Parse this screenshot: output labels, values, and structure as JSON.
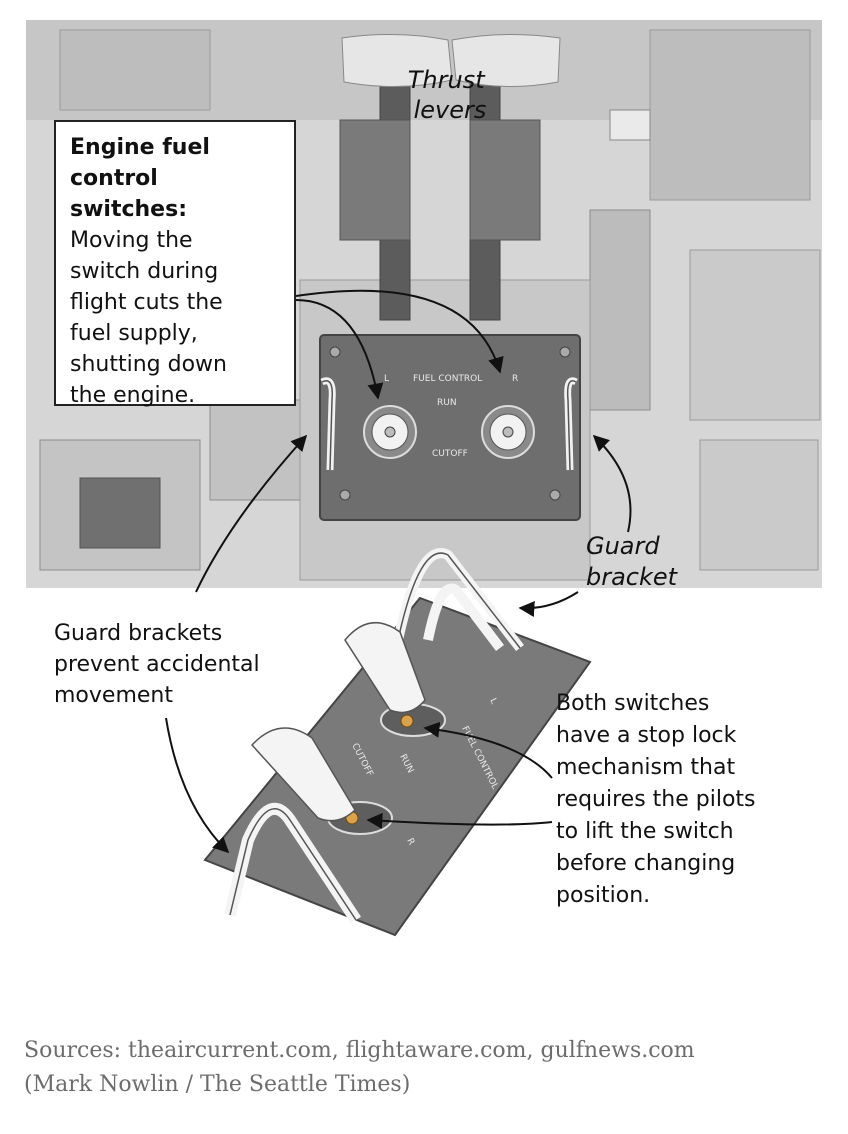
{
  "labels": {
    "thrust_levers": [
      "Thrust",
      "levers"
    ],
    "fuel_box_title": [
      "Engine fuel",
      "control switches:"
    ],
    "fuel_box_body": [
      "Moving the",
      "switch during",
      "flight cuts the",
      "fuel supply,",
      "shutting down",
      "the engine."
    ],
    "guard_bracket": [
      "Guard",
      "bracket"
    ],
    "guard_brackets": [
      "Guard brackets",
      "prevent accidental",
      "movement"
    ],
    "stop_lock": [
      "Both switches",
      "have a stop lock",
      "mechanism that",
      "requires the pilots",
      "to lift the switch",
      "before changing",
      "position."
    ]
  },
  "panel": {
    "header": "FUEL CONTROL",
    "left": "L",
    "right": "R",
    "run": "RUN",
    "cutoff": "CUTOFF"
  },
  "closeup": {
    "left": "L",
    "header": "FUEL CONTROL",
    "run": "RUN",
    "cutoff": "CUTOFF",
    "right": "R"
  },
  "sources": {
    "line1": "Sources: theaircurrent.com, flightaware.com, gulfnews.com",
    "line2": "(Mark Nowlin / The Seattle Times)"
  },
  "colors": {
    "cockpit_bg": "#d4d4d4",
    "panel_dark": "#6e6e6e",
    "plate_gray": "#7a7a7a"
  }
}
